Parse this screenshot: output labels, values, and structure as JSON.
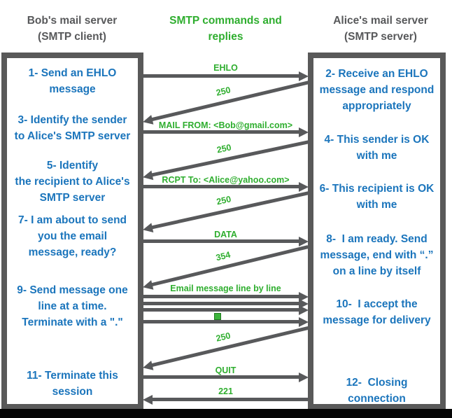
{
  "headers": {
    "client": "Bob's mail server\n(SMTP client)",
    "middle": "SMTP commands and\nreplies",
    "server": "Alice's mail server\n(SMTP server)"
  },
  "client": {
    "title": "Bob's mail server (SMTP client)",
    "steps": [
      {
        "text": "1- Send an EHLO\nmessage"
      },
      {
        "text": "3- Identify the sender\nto Alice's SMTP server"
      },
      {
        "text": "5- Identify\nthe recipient to Alice's\nSMTP server"
      },
      {
        "text": "7- I am about to send\nyou the email\nmessage, ready?"
      },
      {
        "text": "9- Send message one\nline at a time.\nTerminate with a \".\""
      },
      {
        "text": "11- Terminate this\nsession"
      }
    ]
  },
  "server": {
    "title": "Alice's mail server (SMTP server)",
    "steps": [
      {
        "text": "2- Receive an EHLO\nmessage and respond\nappropriately"
      },
      {
        "text": "4- This sender is OK\nwith me"
      },
      {
        "text": "6- This recipient is OK\nwith me"
      },
      {
        "text": "8-  I am ready. Send\nmessage, end with “.”\non a line by itself"
      },
      {
        "text": "10-  I accept the\nmessage for delivery"
      },
      {
        "text": "12-  Closing\nconnection"
      }
    ]
  },
  "messages": {
    "ehlo": "EHLO",
    "reply_250_1": "250",
    "mail_from": "MAIL FROM: <Bob@gmail.com>",
    "reply_250_2": "250",
    "rcpt_to": "RCPT To: <Alice@yahoo.com>",
    "reply_250_3": "250",
    "data": "DATA",
    "reply_354": "354",
    "email_lines": "Email message line by line",
    "reply_250_4": "250",
    "quit": "QUIT",
    "reply_221": "221"
  },
  "icons": {
    "terminator_dot": "green-square-icon (message-ending \".\")"
  },
  "colors": {
    "box_border_gray": "#595959",
    "arrow_gray": "#58595b",
    "step_blue": "#1b75bc",
    "command_green": "#2fae2f",
    "bottom_bar_black": "#060606"
  }
}
